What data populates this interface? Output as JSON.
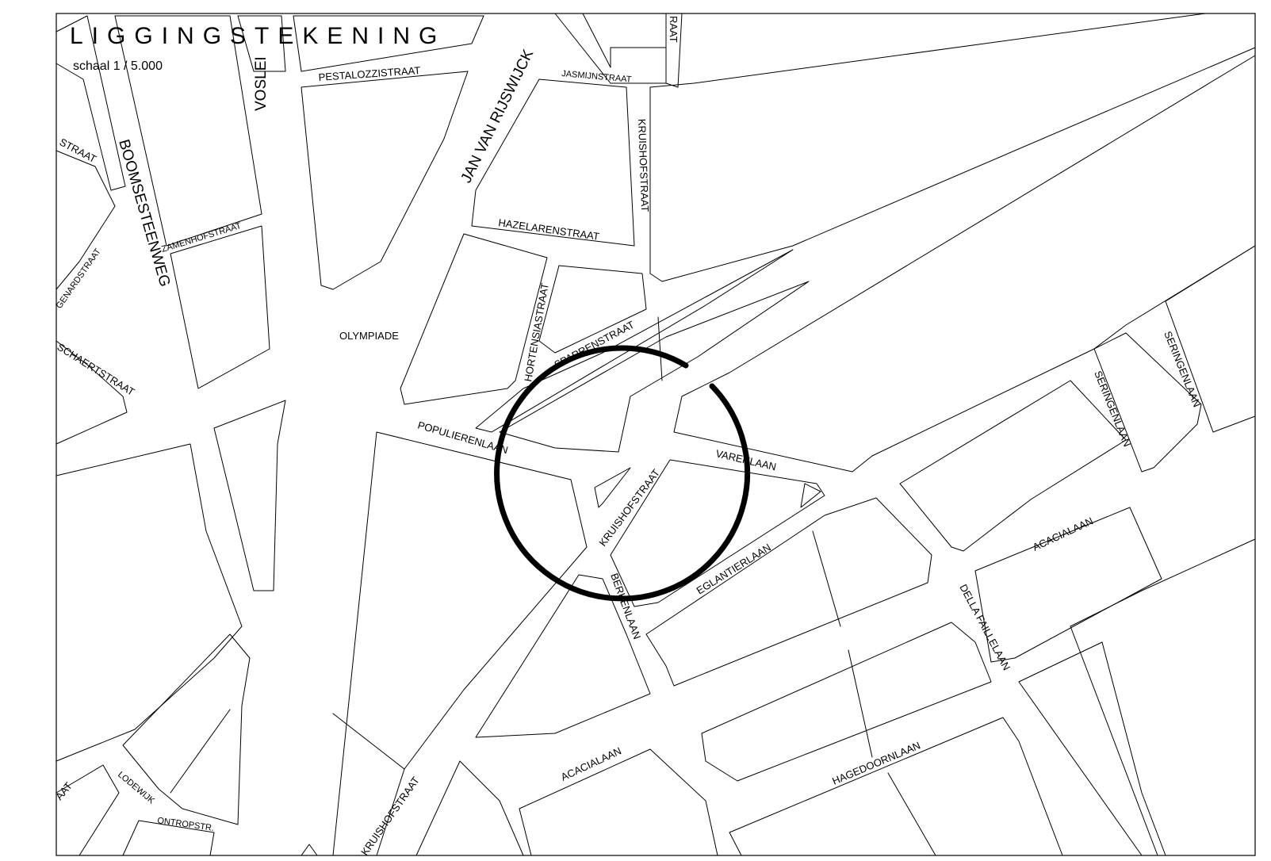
{
  "map": {
    "title": "LIGGINGSTEKENING",
    "scale": "schaal 1 / 5.000",
    "streets": {
      "boomsesteenweg": "BOOMSESTEENWEG",
      "zamenhofstraat": "ZAMENHOFSTRAAT",
      "pestalozzistraat": "PESTALOZZISTRAAT",
      "jan_van_rijswijck": "JAN VAN RIJSWIJCK",
      "jasmijnstraat": "JASMIJNSTRAAT",
      "kruishofstraat_north": "KRUISHOFSTRAAT",
      "hazelarenstraat": "HAZELARENSTRAAT",
      "hortensiastraat": "HORTENSIASTRAAT",
      "sparrenstraat": "SPARRENSTRAAT",
      "olympiade": "OLYMPIADE",
      "populierenlaan": "POPULIERENLAAN",
      "kruishofstraat_south": "KRUISHOFSTRAAT",
      "varenlaan": "VARENLAAN",
      "eglantierlaan": "EGLANTIERLAAN",
      "berkenlaan": "BERKENLAAN",
      "seringenlaan_1": "SERINGENLAAN",
      "seringenlaan_2": "SERINGENLAAN",
      "acacialaan_east": "ACACIALAAN",
      "acacialaan_west": "ACACIALAAN",
      "della_faillelaan": "DELLA FAILLELAAN",
      "hagedoornlaan": "HAGEDOORNLAAN",
      "lodewijk": "LODEWIJK",
      "ontropstr": "ONTROPSTR.",
      "kruishofstraat_sw": "KRUISHOFSTRAAT",
      "vosslei": "VOSLEI",
      "genardstraat": "GENARDSTRAAT",
      "schaertstraat": "SCHAERTSTRAAT",
      "straat_nw": "STRAAT",
      "straat_top": "RAAT",
      "straat_sw": "AAT"
    }
  }
}
